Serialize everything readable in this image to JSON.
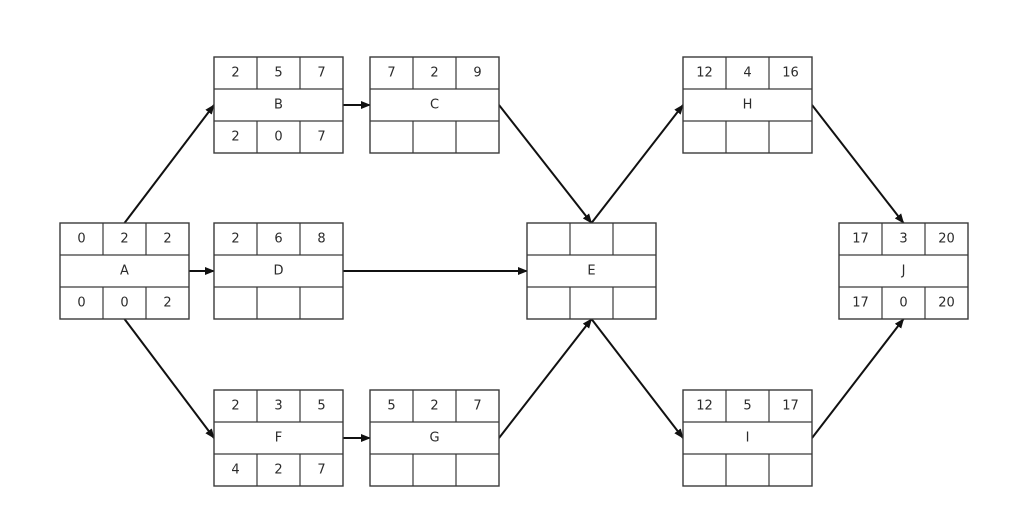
{
  "colors": {
    "stroke": "#3a3a3a",
    "arrow": "#111111",
    "text": "#2b2b2b"
  },
  "nodes": [
    {
      "id": "A",
      "name": "A",
      "top": [
        "0",
        "2",
        "2"
      ],
      "bottom": [
        "0",
        "0",
        "2"
      ]
    },
    {
      "id": "B",
      "name": "B",
      "top": [
        "2",
        "5",
        "7"
      ],
      "bottom": [
        "2",
        "0",
        "7"
      ]
    },
    {
      "id": "C",
      "name": "C",
      "top": [
        "7",
        "2",
        "9"
      ],
      "bottom": [
        "",
        "",
        ""
      ]
    },
    {
      "id": "D",
      "name": "D",
      "top": [
        "2",
        "6",
        "8"
      ],
      "bottom": [
        "",
        "",
        ""
      ]
    },
    {
      "id": "E",
      "name": "E",
      "top": [
        "",
        "",
        ""
      ],
      "bottom": [
        "",
        "",
        ""
      ]
    },
    {
      "id": "F",
      "name": "F",
      "top": [
        "2",
        "3",
        "5"
      ],
      "bottom": [
        "4",
        "2",
        "7"
      ]
    },
    {
      "id": "G",
      "name": "G",
      "top": [
        "5",
        "2",
        "7"
      ],
      "bottom": [
        "",
        "",
        ""
      ]
    },
    {
      "id": "H",
      "name": "H",
      "top": [
        "12",
        "4",
        "16"
      ],
      "bottom": [
        "",
        "",
        ""
      ]
    },
    {
      "id": "I",
      "name": "I",
      "top": [
        "12",
        "5",
        "17"
      ],
      "bottom": [
        "",
        "",
        ""
      ]
    },
    {
      "id": "J",
      "name": "J",
      "top": [
        "17",
        "3",
        "20"
      ],
      "bottom": [
        "17",
        "0",
        "20"
      ]
    }
  ],
  "edges": [
    {
      "from": "A",
      "to": "B"
    },
    {
      "from": "A",
      "to": "D"
    },
    {
      "from": "A",
      "to": "F"
    },
    {
      "from": "B",
      "to": "C"
    },
    {
      "from": "F",
      "to": "G"
    },
    {
      "from": "C",
      "to": "E"
    },
    {
      "from": "D",
      "to": "E"
    },
    {
      "from": "G",
      "to": "E"
    },
    {
      "from": "E",
      "to": "H"
    },
    {
      "from": "E",
      "to": "I"
    },
    {
      "from": "H",
      "to": "J"
    },
    {
      "from": "I",
      "to": "J"
    }
  ]
}
